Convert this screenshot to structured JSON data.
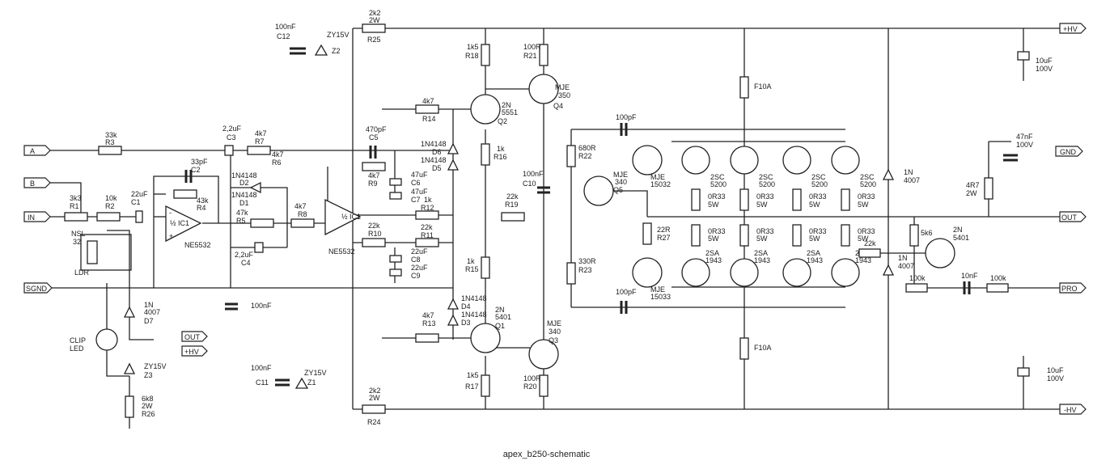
{
  "caption": "apex_b250-schematic",
  "ports": {
    "a": "A",
    "b": "B",
    "in": "IN",
    "sgnd": "SGND",
    "out_led": "OUT",
    "hv_led": "+HV",
    "hv_pos": "+HV",
    "gnd": "GND",
    "out": "OUT",
    "pro": "PRO",
    "hv_neg": "-HV"
  },
  "labels": {
    "r3": [
      "33k",
      "R3"
    ],
    "r2": [
      "10k",
      "R2"
    ],
    "r1": [
      "3k3",
      "R1"
    ],
    "c1": [
      "22uF",
      "C1"
    ],
    "c2": [
      "33pF",
      "C2"
    ],
    "r4": [
      "43k",
      "R4"
    ],
    "ic1a": "½ IC1",
    "ic1a_part": "NE5532",
    "c3": [
      "2,2uF",
      "C3"
    ],
    "r7": [
      "4k7",
      "R7"
    ],
    "r6": [
      "4k7",
      "R6"
    ],
    "d2": [
      "1N4148",
      "D2"
    ],
    "d1": [
      "1N4148",
      "D1"
    ],
    "r5": [
      "47k",
      "R5"
    ],
    "r8": [
      "4k7",
      "R8"
    ],
    "c4": [
      "2,2uF",
      "C4"
    ],
    "c_100nf_left": "100nF",
    "ic1b": "½ IC1",
    "ic1b_part": "NE5532",
    "c5": [
      "470pF",
      "C5"
    ],
    "r9": [
      "4k7",
      "R9"
    ],
    "c6": [
      "47uF",
      "C6"
    ],
    "c7": [
      "47uF",
      "C7"
    ],
    "c8": [
      "22uF",
      "C8"
    ],
    "c9": [
      "22uF",
      "C9"
    ],
    "r12": [
      "1k",
      "R12"
    ],
    "r10": [
      "22k",
      "R10"
    ],
    "r11": [
      "22k",
      "R11"
    ],
    "r19": [
      "22k",
      "R19"
    ],
    "c12": [
      "100nF",
      "C12"
    ],
    "z2": [
      "ZY15V",
      "Z2"
    ],
    "r25": [
      "2k2",
      "2W",
      "R25"
    ],
    "c11": [
      "100nF",
      "C11"
    ],
    "z1": [
      "ZY15V",
      "Z1"
    ],
    "r24": [
      "2k2",
      "2W",
      "R24"
    ],
    "r14": [
      "4k7",
      "R14"
    ],
    "r13": [
      "4k7",
      "R13"
    ],
    "d6": [
      "1N4148",
      "D6"
    ],
    "d5": [
      "1N4148",
      "D5"
    ],
    "d4": [
      "1N4148",
      "D4"
    ],
    "d3": [
      "1N4148",
      "D3"
    ],
    "r18": [
      "1k5",
      "R18"
    ],
    "r16": [
      "1k",
      "R16"
    ],
    "r15": [
      "1k",
      "R15"
    ],
    "r17": [
      "1k5",
      "R17"
    ],
    "q2": [
      "2N",
      "5551",
      "Q2"
    ],
    "q1": [
      "2N",
      "5401",
      "Q1"
    ],
    "r21": [
      "100R",
      "R21"
    ],
    "r20": [
      "100R",
      "R20"
    ],
    "q4": [
      "MJE",
      "350",
      "Q4"
    ],
    "q3": [
      "MJE",
      "340",
      "Q3"
    ],
    "c10": [
      "100nF",
      "C10"
    ],
    "r22": [
      "680R",
      "R22"
    ],
    "r23": [
      "330R",
      "R23"
    ],
    "q5": [
      "MJE",
      "340",
      "Q5"
    ],
    "c_100pf_top": "100pF",
    "c_100pf_bot": "100pF",
    "mje15032": [
      "MJE",
      "15032"
    ],
    "mje15033": [
      "MJE",
      "15033"
    ],
    "r27": [
      "22R",
      "R27"
    ],
    "npn_out": [
      "2SC",
      "5200"
    ],
    "pnp_out": [
      "2SA",
      "1943"
    ],
    "emitter_res": [
      "0R33",
      "5W"
    ],
    "f_top": "F10A",
    "f_bot": "F10A",
    "d_top": [
      "1N",
      "4007"
    ],
    "d_bot": [
      "1N",
      "4007"
    ],
    "cap_hv_top": [
      "10uF",
      "100V"
    ],
    "cap_hv_bot": [
      "10uF",
      "100V"
    ],
    "c_47nf": [
      "47nF",
      "100V"
    ],
    "r_4r7": [
      "4R7",
      "2W"
    ],
    "r_22k_pro": "22k",
    "r_5k6": "5k6",
    "q_pro": [
      "2N",
      "5401"
    ],
    "r_100k_a": "100k",
    "r_100k_b": "100k",
    "c_10nf": "10nF",
    "ldr": [
      "NSL",
      "32",
      "LDR"
    ],
    "d7": [
      "1N",
      "4007",
      "D7"
    ],
    "clip_led": [
      "CLIP",
      "LED"
    ],
    "z3": [
      "ZY15V",
      "Z3"
    ],
    "r26": [
      "6k8",
      "2W",
      "R26"
    ]
  },
  "counts": {
    "output_pairs": 4
  }
}
